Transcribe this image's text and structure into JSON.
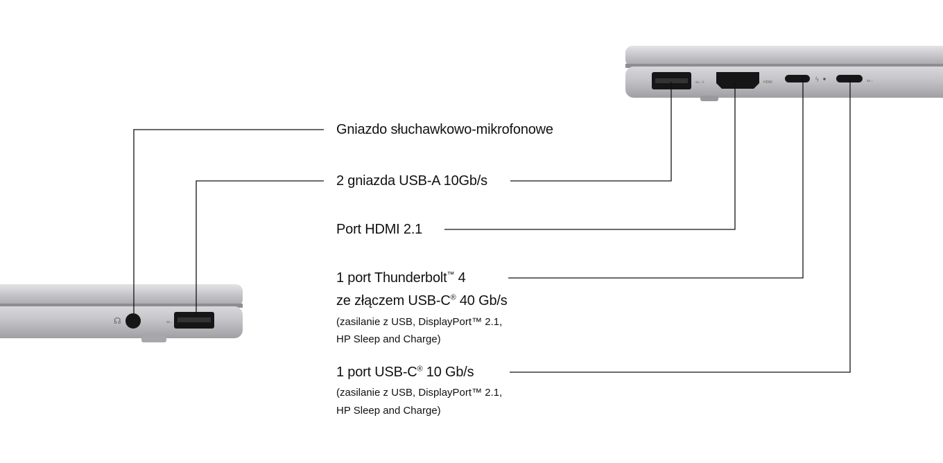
{
  "callouts": {
    "headphone": "Gniazdo słuchawkowo-mikrofonowe",
    "usb_a": "2 gniazda USB-A 10Gb/s",
    "hdmi": "Port HDMI 2.1",
    "thunderbolt": {
      "line1_pre": "1 port Thunderbolt",
      "line1_tm": "™",
      "line1_post": " 4",
      "line2_pre": "ze złączem USB-C",
      "line2_reg": "®",
      "line2_post": " 40 Gb/s",
      "note1": "(zasilanie z USB, DisplayPort™ 2.1,",
      "note2": "HP Sleep and Charge)"
    },
    "usb_c": {
      "line1_pre": "1 port USB-C",
      "line1_reg": "®",
      "line1_post": " 10 Gb/s",
      "note1": "(zasilanie z USB, DisplayPort™ 2.1,",
      "note2": "HP Sleep and Charge)"
    }
  },
  "colors": {
    "chassis": "#c9c9cc",
    "chassis_dark": "#9a9a9e",
    "port_black": "#161616",
    "line": "#111111"
  }
}
